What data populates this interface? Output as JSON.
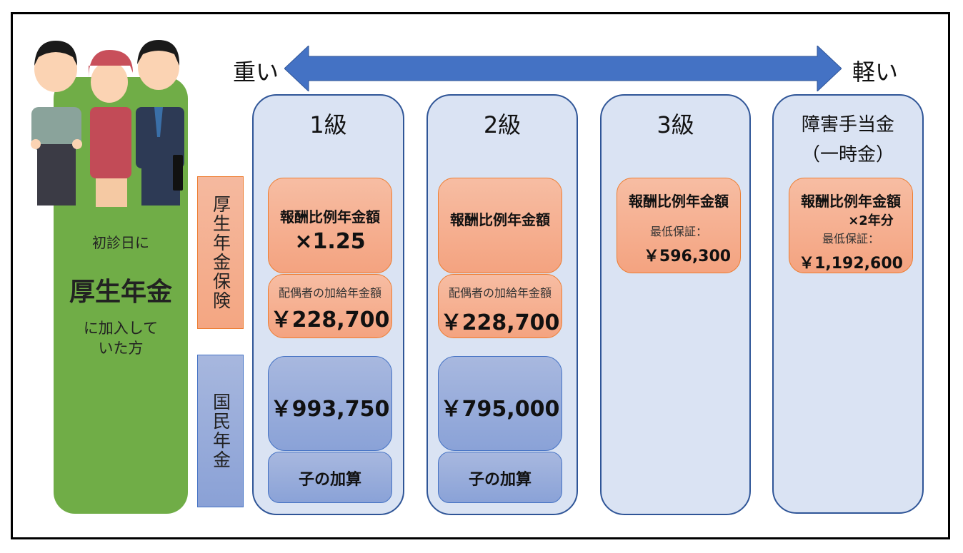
{
  "frame": {
    "border_color": "#000000"
  },
  "illustration": {
    "icon": "three-workers-illustration",
    "description": "factory worker, shop clerk in apron, office worker in suit"
  },
  "eligibility": {
    "line1": "初診日に",
    "line2": "厚生年金",
    "line3": "に加入して",
    "line4": "いた方",
    "color": "#70ad47"
  },
  "severity_arrow": {
    "left_label": "重い",
    "right_label": "軽い",
    "color": "#4472c4"
  },
  "row_labels": {
    "kosei": "厚生年金保険",
    "kokumin": "国民年金"
  },
  "columns": [
    {
      "title": "1級",
      "kosei_main": {
        "label": "報酬比例年金額",
        "value": "×1.25"
      },
      "spouse": {
        "label": "配偶者の加給年金額",
        "value": "￥228,700"
      },
      "kokumin_main": {
        "value": "￥993,750"
      },
      "child": {
        "label": "子の加算"
      }
    },
    {
      "title": "2級",
      "kosei_main": {
        "label": "報酬比例年金額"
      },
      "spouse": {
        "label": "配偶者の加給年金額",
        "value": "￥228,700"
      },
      "kokumin_main": {
        "value": "￥795,000"
      },
      "child": {
        "label": "子の加算"
      }
    },
    {
      "title": "3級",
      "kosei_main": {
        "label": "報酬比例年金額",
        "min_label": "最低保証：",
        "min_value": "￥596,300"
      }
    },
    {
      "title": "障害手当金",
      "subtitle": "（一時金）",
      "kosei_main": {
        "label": "報酬比例年金額",
        "multiplier": "×2年分",
        "min_label": "最低保証：",
        "min_value": "￥1,192,600"
      }
    }
  ],
  "colors": {
    "column_bg": "#dae3f3",
    "column_border": "#2f5597",
    "orange_box": "#f4b183",
    "orange_border": "#ed7d31",
    "blue_box": "#8faadc",
    "blue_border": "#4472c4"
  }
}
